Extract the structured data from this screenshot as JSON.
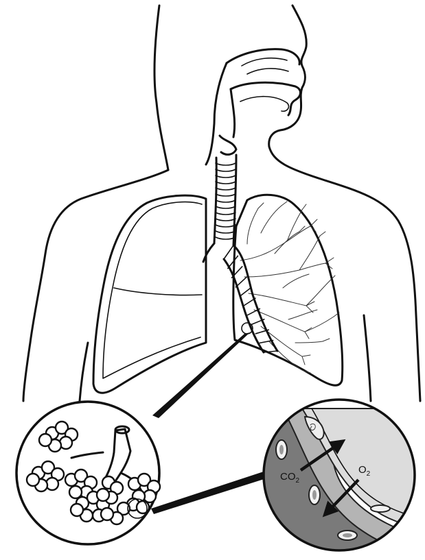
{
  "labels": {
    "co2": "CO",
    "co2_sub": "2",
    "o2": "O",
    "o2_sub": "2"
  },
  "colors": {
    "ink": "#111111",
    "background": "#ffffff",
    "membrane_gray": "#a7a7a7",
    "alveolus_fill": "#dcdcdc",
    "capillary_dark": "#7a7a7a"
  }
}
